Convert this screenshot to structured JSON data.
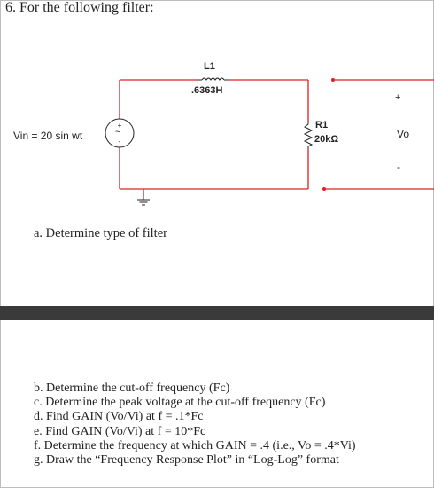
{
  "problem": {
    "heading": "6. For the following filter:"
  },
  "circuit": {
    "inductor_name": "L1",
    "inductor_value": ".6363H",
    "resistor_name": "R1",
    "resistor_value": "20kΩ",
    "source_label": "Vin = 20 sin wt",
    "source_symbol": "~",
    "output_label": "Vo",
    "output_plus": "+",
    "output_minus": "-",
    "wire_color": "#e02020"
  },
  "questions": {
    "part_a": "a. Determine type of filter",
    "list": [
      "b. Determine the cut-off frequency (Fc)",
      "c. Determine the peak voltage at the cut-off frequency (Fc)",
      "d. Find GAIN (Vo/Vi) at  f = .1*Fc",
      "e. Find GAIN (Vo/Vi) at  f = 10*Fc",
      "f. Determine the frequency at which GAIN = .4  (i.e., Vo = .4*Vi)",
      "g. Draw the “Frequency Response Plot” in “Log-Log” format"
    ]
  }
}
